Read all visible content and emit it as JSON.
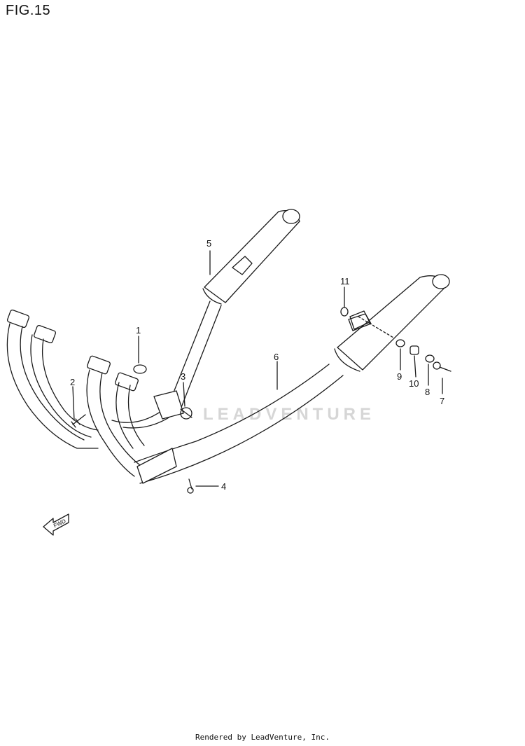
{
  "figure": {
    "title": "FIG.15"
  },
  "callouts": [
    {
      "label": "1"
    },
    {
      "label": "2"
    },
    {
      "label": "3"
    },
    {
      "label": "4"
    },
    {
      "label": "5"
    },
    {
      "label": "6"
    },
    {
      "label": "7"
    },
    {
      "label": "8"
    },
    {
      "label": "9"
    },
    {
      "label": "10"
    },
    {
      "label": "11"
    }
  ],
  "fwd_badge": "FWD",
  "watermark": "LEADVENTURE",
  "footer": "Rendered by LeadVenture, Inc.",
  "colors": {
    "line": "#1a1a1a",
    "fill": "#ffffff",
    "watermark": "#d6d6d6"
  }
}
